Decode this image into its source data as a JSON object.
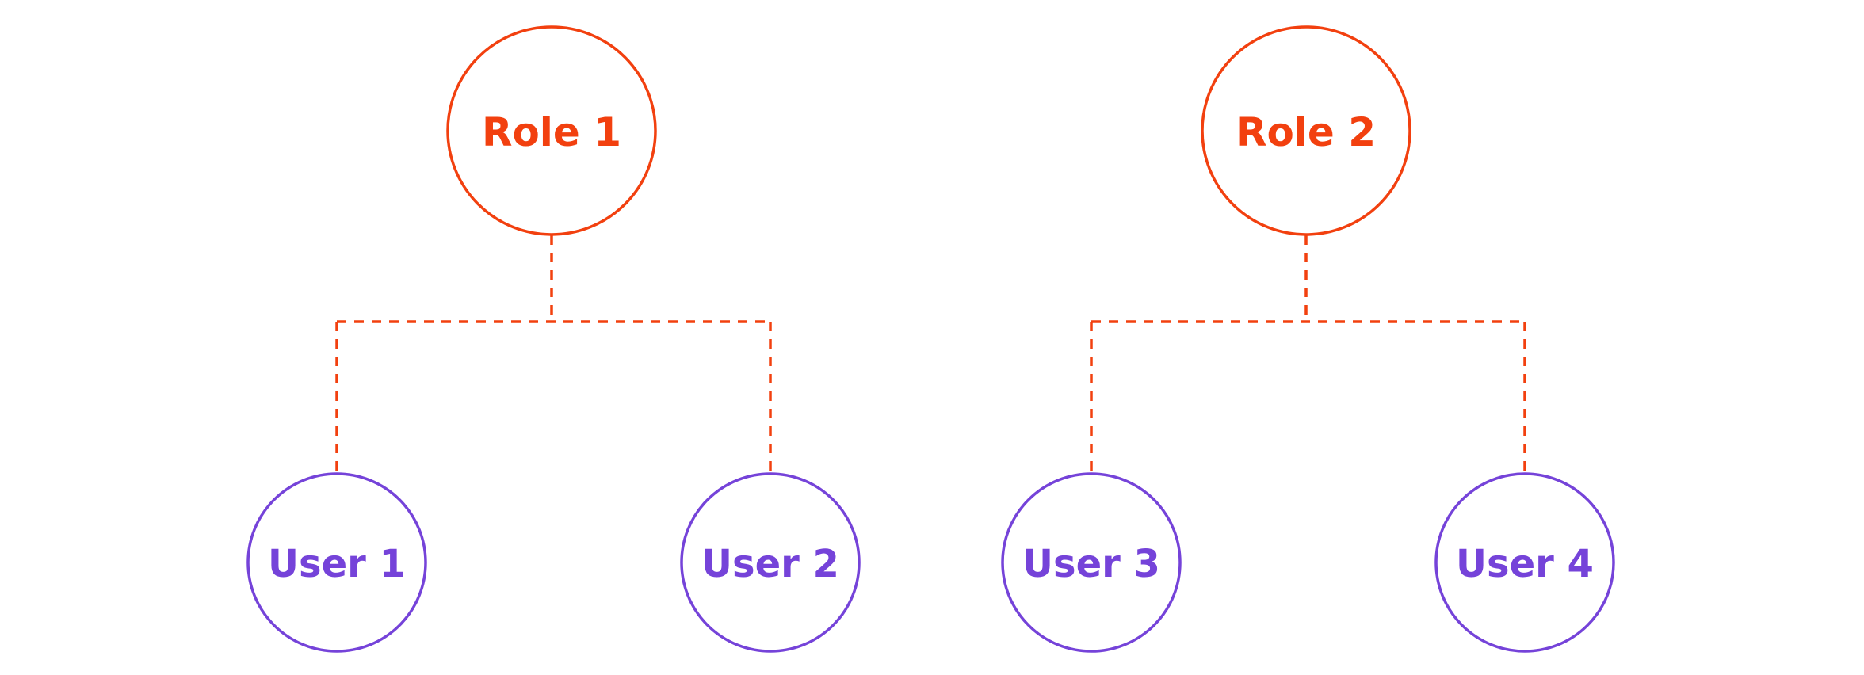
{
  "colors": {
    "role": "#f2400f",
    "user": "#7543d9",
    "connector": "#f2400f",
    "background": "#ffffff"
  },
  "roles": [
    {
      "label": "Role 1",
      "users": [
        {
          "label": "User 1"
        },
        {
          "label": "User 2"
        }
      ]
    },
    {
      "label": "Role 2",
      "users": [
        {
          "label": "User 3"
        },
        {
          "label": "User 4"
        }
      ]
    }
  ]
}
